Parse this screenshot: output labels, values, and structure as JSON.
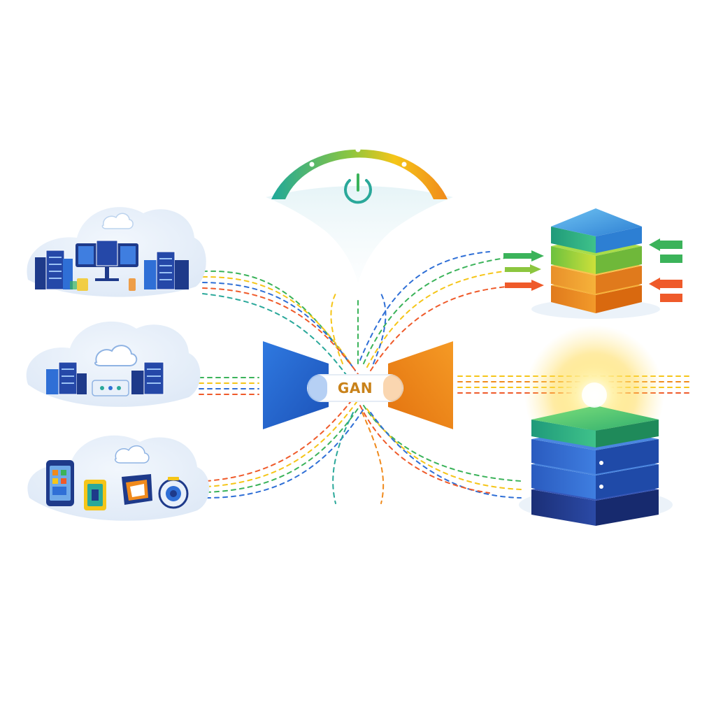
{
  "diagram": {
    "center_label": "GAN",
    "icons": {
      "gauge": "power-gauge-icon",
      "generator": "generator-funnel-icon",
      "discriminator": "discriminator-funnel-icon"
    },
    "palette": {
      "blue": "#2f6fd6",
      "orange": "#f08a1c",
      "green": "#3bb35a",
      "red": "#ef5a2a",
      "yellow": "#f5c518",
      "teal": "#2aa89a",
      "navy": "#1e3a8a",
      "cloud": "#e8f0fa"
    },
    "sources": [
      {
        "name": "data-center-cloud",
        "icons": [
          "server-rack-icon",
          "monitor-icon",
          "server-rack-icon"
        ]
      },
      {
        "name": "network-cloud",
        "icons": [
          "server-rack-icon",
          "router-icon",
          "server-rack-icon"
        ]
      },
      {
        "name": "devices-cloud",
        "icons": [
          "smartphone-icon",
          "tablet-icon",
          "laptop-icon",
          "camera-icon"
        ]
      }
    ],
    "outputs": [
      {
        "name": "colored-layer-stack",
        "layers": [
          "blue",
          "green",
          "orange",
          "orange"
        ]
      },
      {
        "name": "glowing-server-stack",
        "layers": [
          "green",
          "blue",
          "blue",
          "navy"
        ]
      }
    ]
  }
}
